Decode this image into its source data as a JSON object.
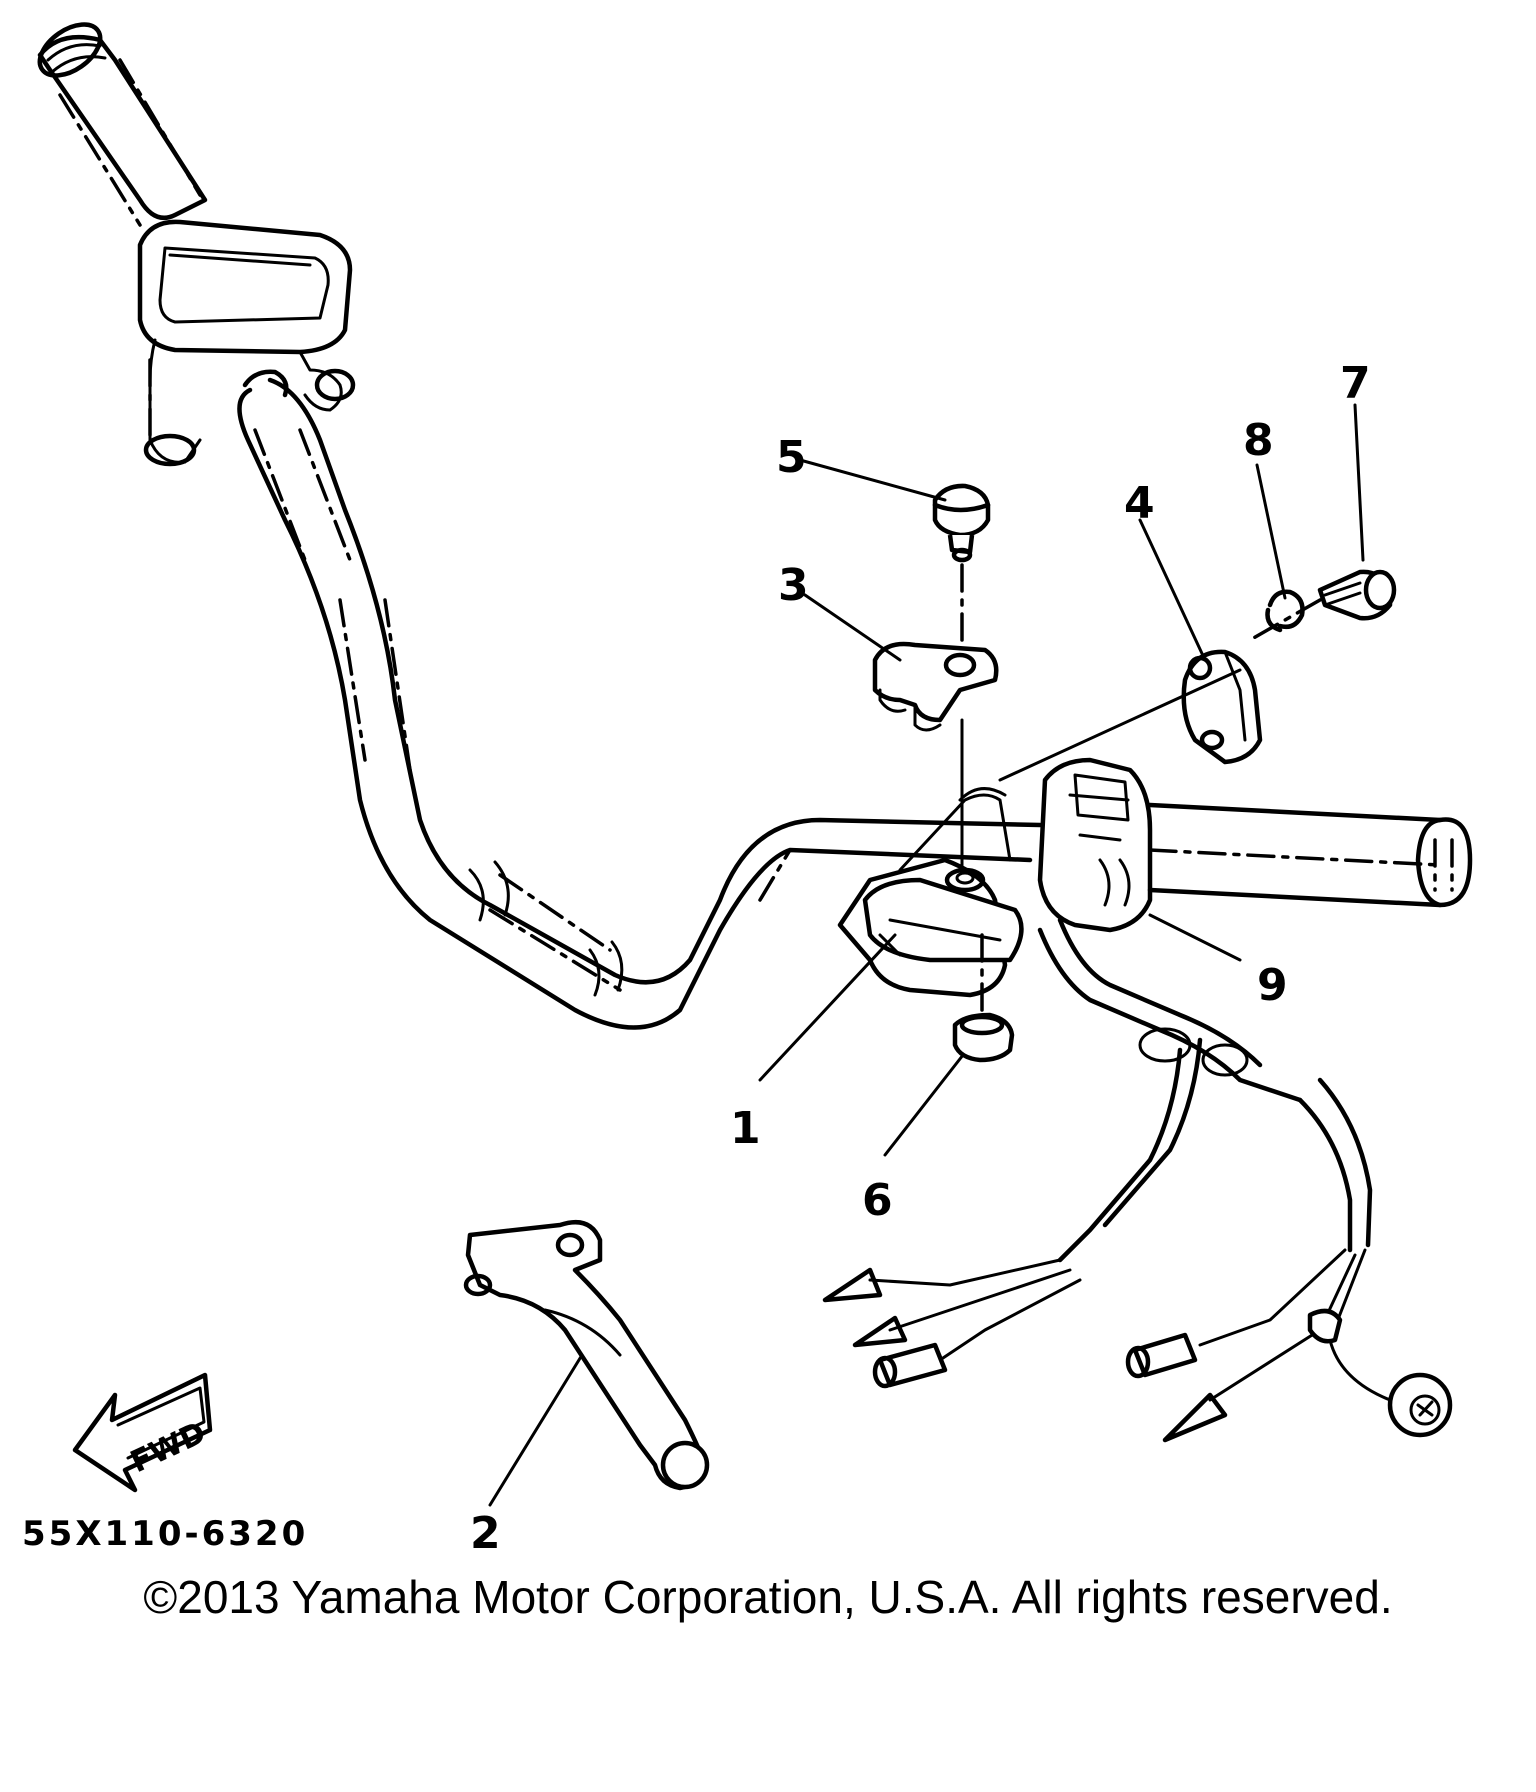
{
  "diagram": {
    "drawing_code": "55X110-6320",
    "fwd_label": "FWD",
    "callouts": [
      "1",
      "2",
      "3",
      "4",
      "5",
      "6",
      "7",
      "8",
      "9"
    ]
  },
  "footer": {
    "copyright": "©2013 Yamaha Motor Corporation, U.S.A. All rights reserved."
  },
  "colors": {
    "ink": "#000000",
    "paper": "#ffffff"
  }
}
